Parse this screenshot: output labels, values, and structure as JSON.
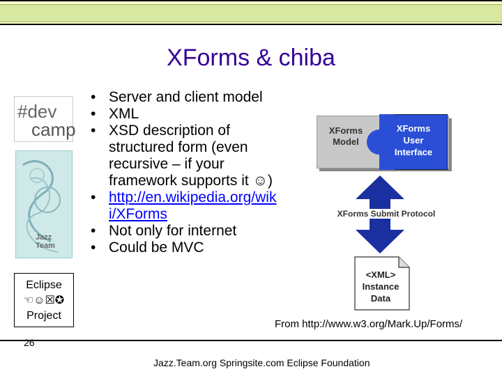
{
  "slide": {
    "title": "XForms & chiba",
    "page_number": "26",
    "footer": "Jazz.Team.org  Springsite.com  Eclipse Foundation"
  },
  "logos": {
    "dev_camp": {
      "line1": "#dev",
      "line2": "camp"
    },
    "jazz_team": {
      "line1": "Jazz",
      "line2": "Team"
    },
    "eclipse": {
      "line1": "Eclipse",
      "line2": "☜☺☒✪",
      "line3": "Project"
    }
  },
  "bullets": [
    {
      "text": "Server and client model"
    },
    {
      "text": "XML"
    },
    {
      "text": "XSD description of structured form (even recursive – if your framework supports it ☺)"
    },
    {
      "text": "http://en.wikipedia.org/wiki/XForms",
      "is_link": true
    },
    {
      "text": "Not only for internet"
    },
    {
      "text": "Could be MVC"
    }
  ],
  "diagram": {
    "model_label_1": "XForms",
    "model_label_2": "Model",
    "ui_label_1": "XForms",
    "ui_label_2": "User",
    "ui_label_3": "Interface",
    "protocol_label": "XForms Submit Protocol",
    "doc_label_1": "<XML>",
    "doc_label_2": "Instance",
    "doc_label_3": "Data",
    "colors": {
      "ui_blue": "#2a4fd6",
      "arrow_blue": "#1a2fa0",
      "model_gray": "#c8c8c8"
    }
  },
  "source": "From http://www.w3.org/Mark.Up/Forms/"
}
